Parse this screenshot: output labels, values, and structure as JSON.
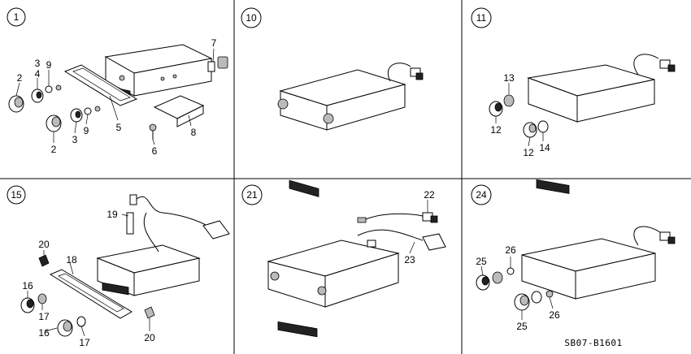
{
  "panels": [
    {
      "id": "1",
      "parts": [
        "2",
        "3",
        "4",
        "9",
        "5",
        "7",
        "8",
        "6",
        "2",
        "3",
        "9"
      ]
    },
    {
      "id": "10",
      "parts": []
    },
    {
      "id": "11",
      "parts": [
        "13",
        "12",
        "12",
        "14"
      ]
    },
    {
      "id": "15",
      "parts": [
        "19",
        "20",
        "18",
        "16",
        "17",
        "16",
        "17",
        "20"
      ]
    },
    {
      "id": "21",
      "parts": [
        "22",
        "23"
      ]
    },
    {
      "id": "24",
      "parts": [
        "26",
        "25",
        "25",
        "26"
      ]
    }
  ],
  "drawing_code": "SB07-B1601"
}
